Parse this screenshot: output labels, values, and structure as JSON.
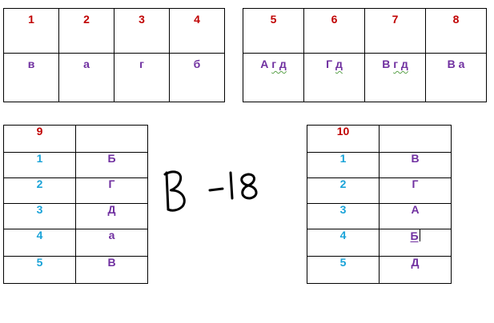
{
  "top_left": {
    "numbers": [
      "1",
      "2",
      "3",
      "4"
    ],
    "answers": [
      "в",
      "а",
      "г",
      "б"
    ]
  },
  "top_right": {
    "numbers": [
      "5",
      "6",
      "7",
      "8"
    ],
    "answers": [
      {
        "first": "А",
        "rest": "г д",
        "spell": "г"
      },
      {
        "first": "Г",
        "rest": "д",
        "spell": "д"
      },
      {
        "first": "В",
        "rest": "г д",
        "spell": "г"
      },
      {
        "first": "В",
        "rest": "а",
        "spell": ""
      }
    ]
  },
  "bottom_left": {
    "header": "9",
    "rows": [
      {
        "num": "1",
        "ans": "Б"
      },
      {
        "num": "2",
        "ans": "Г"
      },
      {
        "num": "3",
        "ans": "Д"
      },
      {
        "num": "4",
        "ans": "а"
      },
      {
        "num": "5",
        "ans": "В"
      }
    ]
  },
  "bottom_right": {
    "header": "10",
    "rows": [
      {
        "num": "1",
        "ans": "В"
      },
      {
        "num": "2",
        "ans": "Г"
      },
      {
        "num": "3",
        "ans": "А"
      },
      {
        "num": "4",
        "ans": "Б"
      },
      {
        "num": "5",
        "ans": "Д"
      }
    ]
  },
  "colors": {
    "number": "#c00000",
    "answer": "#7030a0",
    "row_number": "#1aa3d8",
    "spellcheck": "#5aa14a"
  },
  "handwriting": {
    "icon": "handwritten-score-b-18"
  }
}
